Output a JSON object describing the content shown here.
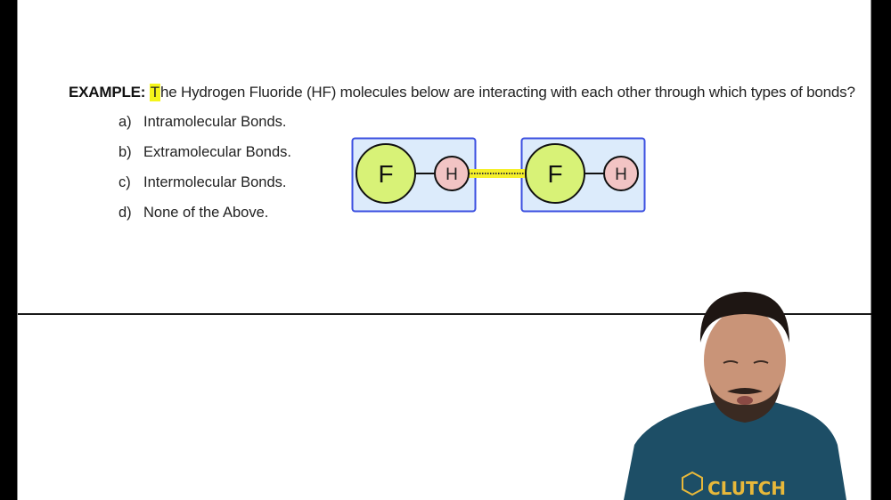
{
  "question": {
    "label": "EXAMPLE:",
    "highlight_char": "T",
    "text": "he Hydrogen Fluoride (HF) molecules below are interacting with each other through which types of bonds?"
  },
  "options": [
    {
      "letter": "a)",
      "text": "Intramolecular Bonds."
    },
    {
      "letter": "b)",
      "text": "Extramolecular Bonds."
    },
    {
      "letter": "c)",
      "text": "Intermolecular Bonds."
    },
    {
      "letter": "d)",
      "text": "None of the Above."
    }
  ],
  "diagram": {
    "molecules": [
      {
        "large_atom": "F",
        "small_atom": "H"
      },
      {
        "large_atom": "F",
        "small_atom": "H"
      }
    ],
    "colors": {
      "box_fill": "#dcebfb",
      "box_border": "#3b4fe0",
      "fluorine_fill": "#d8f277",
      "hydrogen_fill": "#f2c4c4",
      "h_bond": "#f5f02a"
    }
  },
  "presenter": {
    "shirt_logo_text": "CLUTCH",
    "shirt_color": "#1d4e66",
    "logo_color": "#e8b83a"
  },
  "colors": {
    "frame": "#000000",
    "slide_bg": "#ffffff",
    "highlight": "#f5f51a"
  }
}
